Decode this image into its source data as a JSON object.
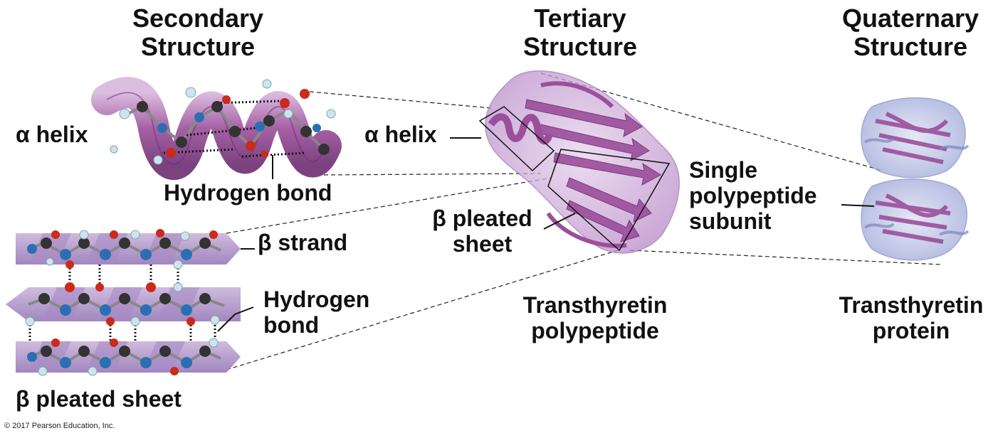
{
  "headings": {
    "secondary": [
      "Secondary",
      "Structure"
    ],
    "tertiary": [
      "Tertiary",
      "Structure"
    ],
    "quaternary": [
      "Quaternary",
      "Structure"
    ]
  },
  "labels": {
    "alpha_helix_left": "α helix",
    "hydrogen_bond_helix": "Hydrogen bond",
    "beta_strand": "β strand",
    "hydrogen_bond_sheet": [
      "Hydrogen",
      "bond"
    ],
    "beta_pleated_sheet_bottom": "β pleated sheet",
    "alpha_helix_mid": "α helix",
    "beta_pleated_sheet_mid": [
      "β pleated",
      "sheet"
    ],
    "single_polypeptide_subunit": [
      "Single",
      "polypeptide",
      "subunit"
    ],
    "transthyretin_polypeptide": [
      "Transthyretin",
      "polypeptide"
    ],
    "transthyretin_protein": [
      "Transthyretin",
      "protein"
    ]
  },
  "copyright": "© 2017 Pearson Education, Inc.",
  "colors": {
    "ribbon": "#9b4f9a",
    "ribbon_light": "#c9a0d0",
    "sheet_arrow": "#b79ac9",
    "sheet_arrow_dark": "#8f6fae",
    "carbon": "#333333",
    "nitrogen": "#2a6fb3",
    "oxygen": "#cc2a1a",
    "hydrogen": "#cfe3ee",
    "envelope": "#b98cc9",
    "quaternary_blue": "#9fa8d8"
  }
}
